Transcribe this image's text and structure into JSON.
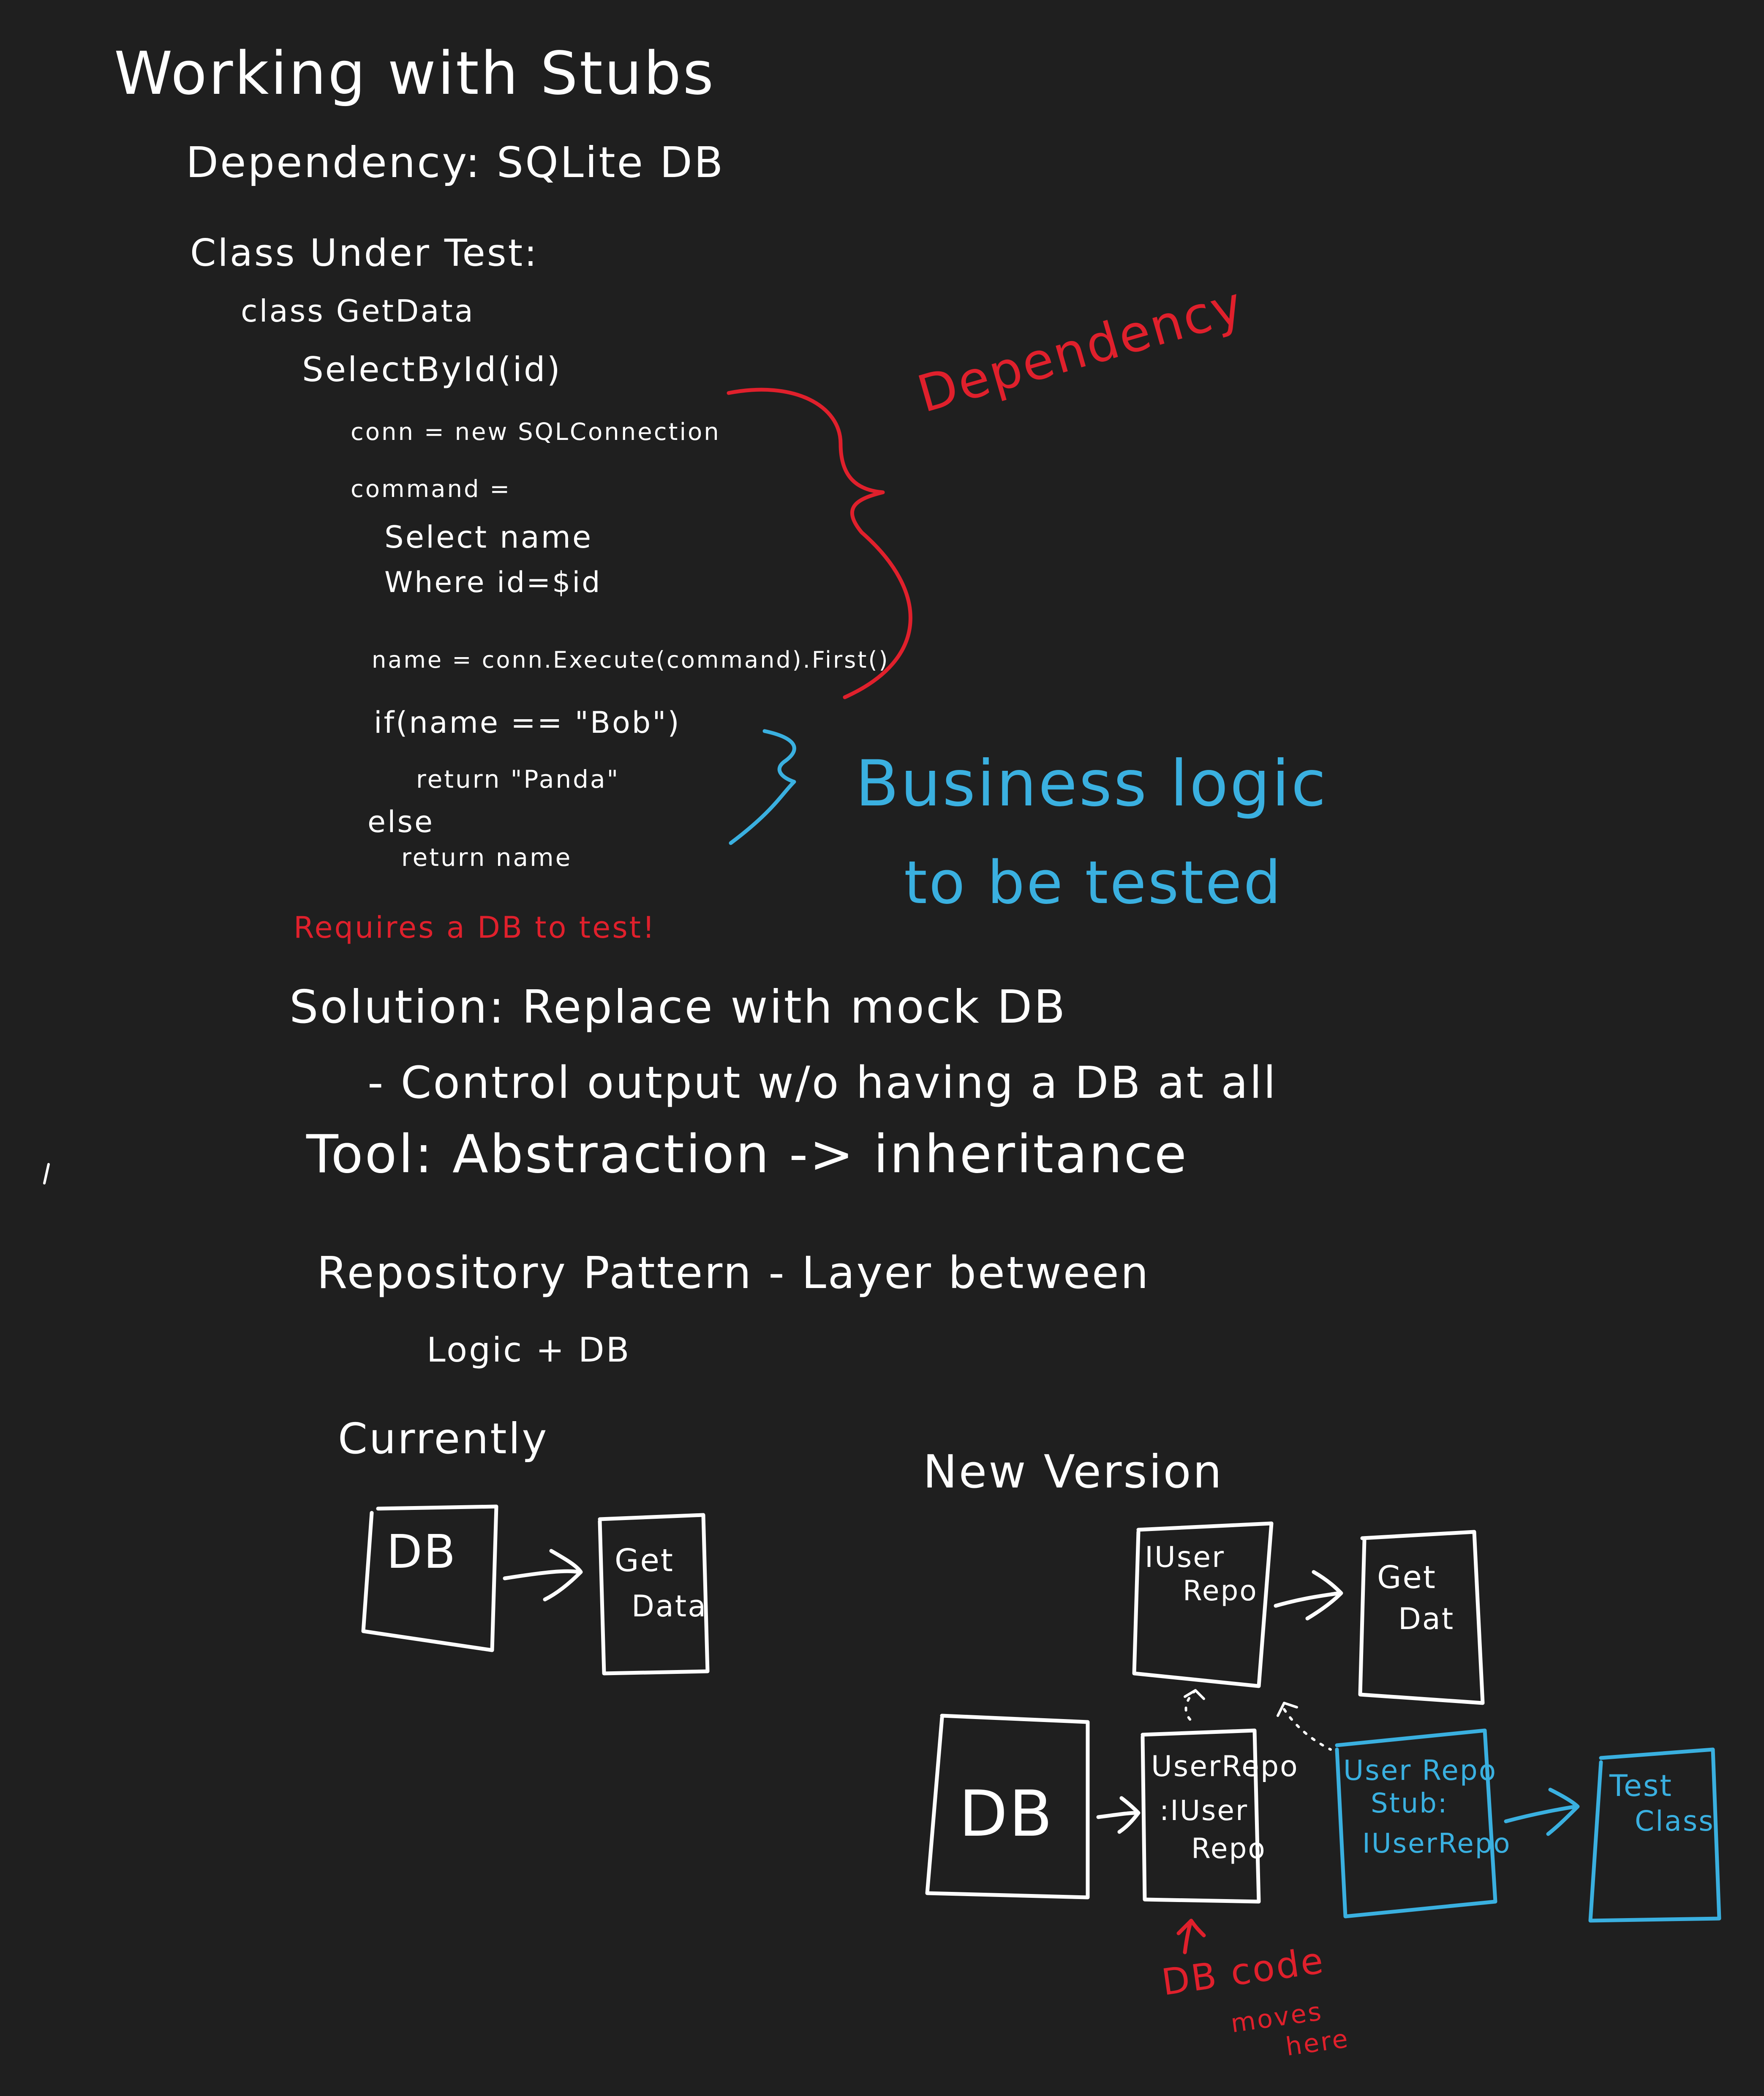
{
  "title": "Working with Stubs",
  "dependency_line": "Dependency: SQLite DB",
  "class_under_test": "Class Under Test:",
  "code": {
    "class_decl": "class GetData",
    "method": "SelectById(id)",
    "conn": "conn = new SQLConnection",
    "command": "command =",
    "select": "Select name",
    "where": "Where id=$id",
    "name_assign": "name = conn.Execute(command).First()",
    "if_line": "if(name == \"Bob\")",
    "return_panda": "return \"Panda\"",
    "else_line": "else",
    "return_name": "return name"
  },
  "annotations": {
    "dependency": "Dependency",
    "business_logic_1": "Business logic",
    "business_logic_2": "to be tested",
    "requires_db": "Requires a DB to test!",
    "db_code_1": "DB code",
    "db_code_2": "moves",
    "db_code_3": "here"
  },
  "notes": {
    "solution": "Solution: Replace with mock DB",
    "control_output": "- Control output w/o having a DB at all",
    "tool": "Tool: Abstraction -> inheritance",
    "repo_pattern": "Repository Pattern - Layer between",
    "logic_db": "Logic + DB",
    "currently": "Currently",
    "new_version": "New Version"
  },
  "diagram": {
    "current_db": "DB",
    "current_getdata_1": "Get",
    "current_getdata_2": "Data",
    "iuserrepo_1": "IUser",
    "iuserrepo_2": "Repo",
    "new_getdata_1": "Get",
    "new_getdata_2": "Dat",
    "new_db": "DB",
    "userrepo_1": "UserRepo",
    "userrepo_2": ":IUser",
    "userrepo_3": "Repo",
    "stub_1": "User Repo",
    "stub_2": "Stub:",
    "stub_3": "IUserRepo",
    "testclass_1": "Test",
    "testclass_2": "Class"
  },
  "colors": {
    "background": "#1f1f1f",
    "ink_white": "#ffffff",
    "ink_red": "#e0202c",
    "ink_blue": "#3ab0e0"
  }
}
